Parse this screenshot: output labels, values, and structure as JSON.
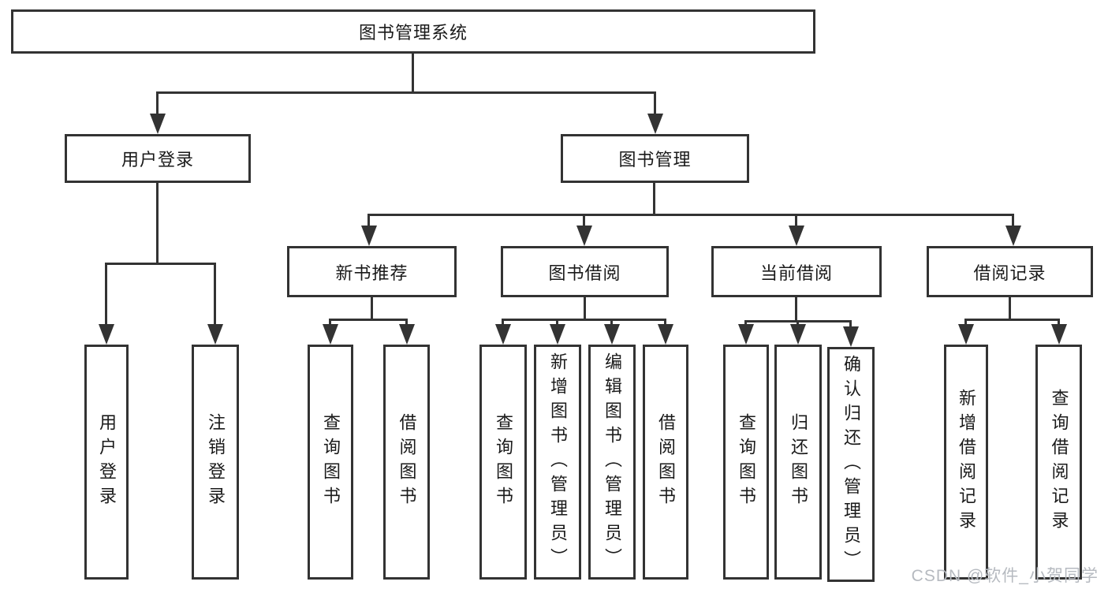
{
  "diagram": {
    "title": "图书管理系统",
    "branches": [
      {
        "label": "用户登录",
        "children": [
          {
            "label": "用户登录"
          },
          {
            "label": "注销登录"
          }
        ]
      },
      {
        "label": "图书管理",
        "children": [
          {
            "label": "新书推荐",
            "children": [
              {
                "label": "查询图书"
              },
              {
                "label": "借阅图书"
              }
            ]
          },
          {
            "label": "图书借阅",
            "children": [
              {
                "label": "查询图书"
              },
              {
                "label": "新增图书（管理员）"
              },
              {
                "label": "编辑图书（管理员）"
              },
              {
                "label": "借阅图书"
              }
            ]
          },
          {
            "label": "当前借阅",
            "children": [
              {
                "label": "查询图书"
              },
              {
                "label": "归还图书"
              },
              {
                "label": "确认归还（管理员）"
              }
            ]
          },
          {
            "label": "借阅记录",
            "children": [
              {
                "label": "新增借阅记录"
              },
              {
                "label": "查询借阅记录"
              }
            ]
          }
        ]
      }
    ]
  },
  "watermark": {
    "text": "CSDN @软件_小贺同学"
  },
  "colors": {
    "line": "#333333",
    "text": "#1a1a1a",
    "watermark": "#b6bac0",
    "background": "#ffffff"
  }
}
